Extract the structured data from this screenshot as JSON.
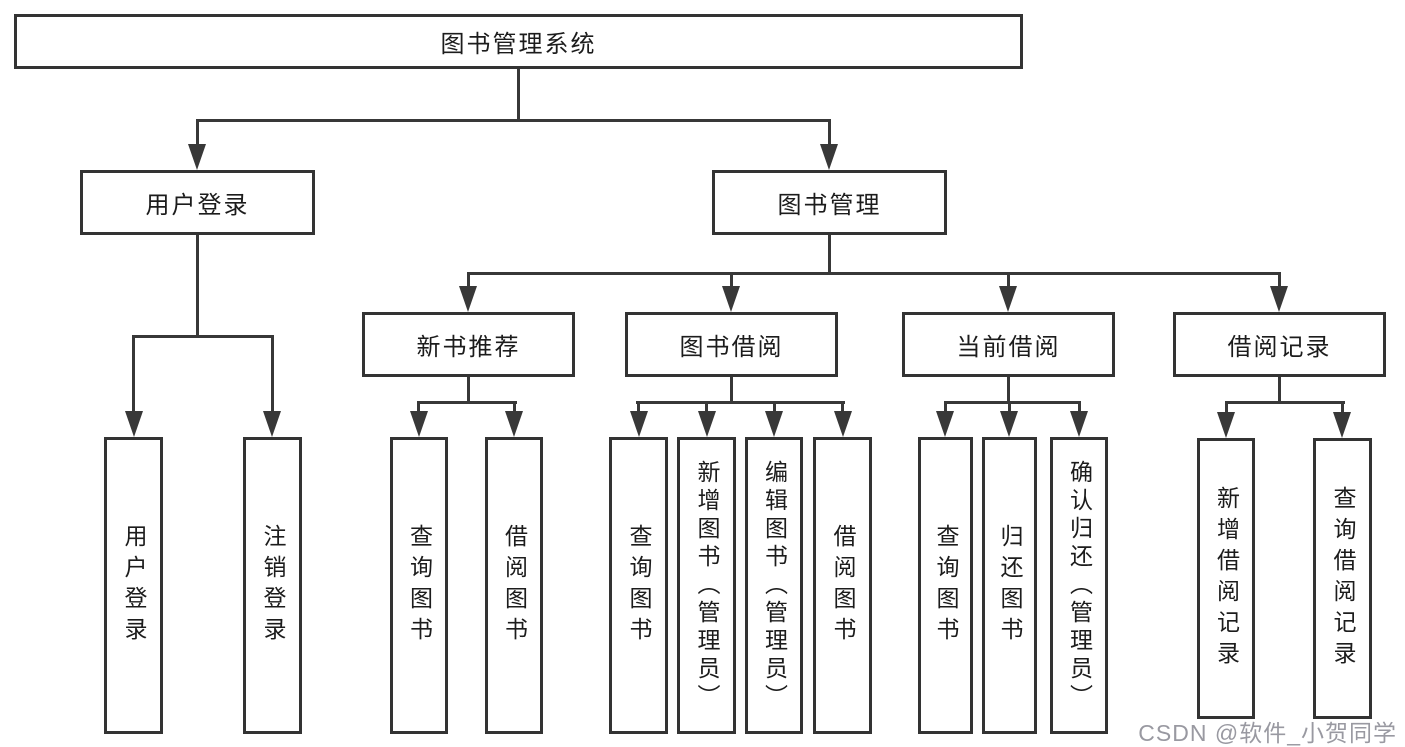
{
  "diagram": {
    "root": {
      "label": "图书管理系统"
    },
    "branches": [
      {
        "label": "用户登录",
        "children": [
          {
            "label": "用户登录"
          },
          {
            "label": "注销登录"
          }
        ]
      },
      {
        "label": "图书管理",
        "children": [
          {
            "label": "新书推荐",
            "children": [
              {
                "label": "查询图书"
              },
              {
                "label": "借阅图书"
              }
            ]
          },
          {
            "label": "图书借阅",
            "children": [
              {
                "label": "查询图书"
              },
              {
                "label": "新增图书（管理员）"
              },
              {
                "label": "编辑图书（管理员）"
              },
              {
                "label": "借阅图书"
              }
            ]
          },
          {
            "label": "当前借阅",
            "children": [
              {
                "label": "查询图书"
              },
              {
                "label": "归还图书"
              },
              {
                "label": "确认归还（管理员）"
              }
            ]
          },
          {
            "label": "借阅记录",
            "children": [
              {
                "label": "新增借阅记录"
              },
              {
                "label": "查询借阅记录"
              }
            ]
          }
        ]
      }
    ]
  },
  "watermark": {
    "text": "CSDN @软件_小贺同学"
  },
  "colors": {
    "line": "#383838",
    "box_border": "#333333",
    "text": "#1c1c1c",
    "background": "#ffffff",
    "watermark": "#80808a"
  }
}
